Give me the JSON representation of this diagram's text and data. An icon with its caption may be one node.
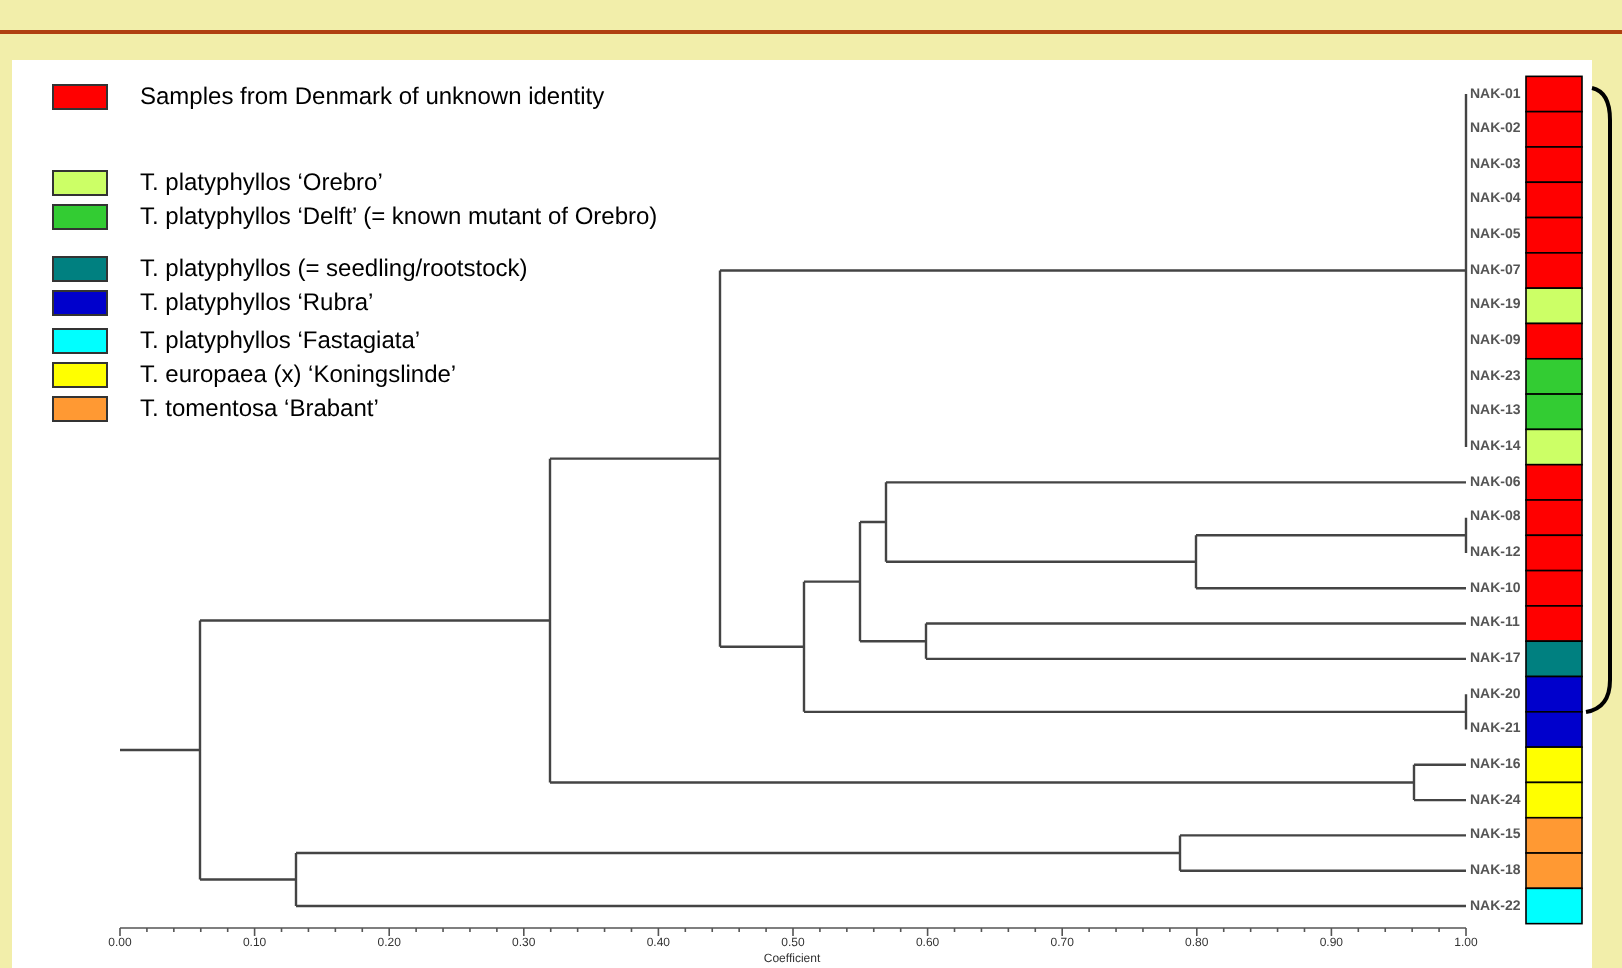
{
  "diagram": {
    "labels": [
      "NAK-01",
      "NAK-02",
      "NAK-03",
      "NAK-04",
      "NAK-05",
      "NAK-07",
      "NAK-19",
      "NAK-09",
      "NAK-23",
      "NAK-13",
      "NAK-14",
      "NAK-06",
      "NAK-08",
      "NAK-12",
      "NAK-10",
      "NAK-11",
      "NAK-17",
      "NAK-20",
      "NAK-21",
      "NAK-16",
      "NAK-24",
      "NAK-15",
      "NAK-18",
      "NAK-22",
      "0.00",
      "0.10",
      "0.20",
      "0.30",
      "0.40",
      "0.50",
      "0.60",
      "0.70",
      "0.80",
      "0.90",
      "1.00",
      "Coefficient"
    ],
    "legend": [
      {
        "text": "Samples from Denmark of unknown identity",
        "color": "#ff0000"
      },
      {
        "text": "T. platyphyllos ‘Orebro’",
        "color": "#ccff66"
      },
      {
        "text": "T. platyphyllos ‘Delft’ (= known mutant of Orebro)",
        "color": "#33cc33"
      },
      {
        "text": "T. platyphyllos (= seedling/rootstock)",
        "color": "#008080"
      },
      {
        "text": "T. platyphyllos ‘Rubra’",
        "color": "#0000cc"
      },
      {
        "text": "T. platyphyllos ‘Fastagiata’",
        "color": "#00ffff"
      },
      {
        "text": "T. europaea (x) ‘Koningslinde’",
        "color": "#ffff00"
      },
      {
        "text": "T. tomentosa ‘Brabant’",
        "color": "#ff9933"
      }
    ]
  }
}
